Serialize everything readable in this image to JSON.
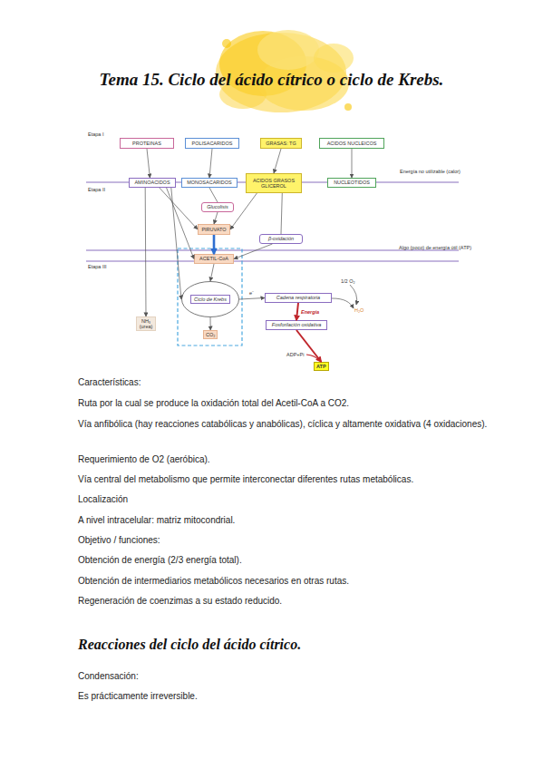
{
  "diagram": {
    "title": "Tema 15. Ciclo del ácido cítrico o ciclo de Krebs.",
    "nodes": [
      {
        "text": [
          "PROTEINAS"
        ]
      },
      {
        "text": [
          "POLISACARIDOS"
        ]
      },
      {
        "text": [
          "GRASAS: TG"
        ]
      },
      {
        "text": [
          "ACIDOS NUCLEICOS"
        ]
      },
      {
        "text": [
          "AMINOACIDOS"
        ]
      },
      {
        "text": [
          "MONOSACARIDOS"
        ]
      },
      {
        "text": [
          "ACIDOS GRASOS GLICEROL"
        ]
      },
      {
        "text": [
          "NUCLEOTIDOS"
        ]
      },
      {
        "text": [
          "Glucolisis"
        ]
      },
      {
        "text": [
          "PIRUVATO"
        ]
      },
      {
        "text": [
          "β-oxidación"
        ]
      },
      {
        "text": [
          "ACETIL-CoA"
        ]
      },
      {
        "text": [
          "Ciclo de Krebs"
        ]
      },
      {
        "text": [
          "NH₃ (urea)"
        ]
      },
      {
        "text": [
          "CO₂"
        ]
      },
      {
        "text": [
          "Cadena respiratoria"
        ]
      },
      {
        "text": [
          "Fosforilación oxidativa"
        ]
      },
      {
        "text": [
          "ATP"
        ]
      }
    ],
    "edges": [
      {
        "from": 0,
        "to": 4,
        "arrow": "to"
      },
      {
        "from": 1,
        "to": 5,
        "arrow": "to"
      },
      {
        "from": 2,
        "to": 6,
        "arrow": "to"
      },
      {
        "from": 3,
        "to": 7,
        "arrow": "to"
      },
      {
        "from": 4,
        "to": 13,
        "arrow": "to"
      },
      {
        "from": 4,
        "to": 9,
        "arrow": "to"
      },
      {
        "from": 4,
        "to": 11,
        "arrow": "to"
      },
      {
        "from": 4,
        "to": 12,
        "arrow": "to"
      },
      {
        "from": 5,
        "to": 8,
        "arrow": "none"
      },
      {
        "from": 8,
        "to": 9,
        "arrow": "to"
      },
      {
        "from": 6,
        "to": 9,
        "arrow": "to"
      },
      {
        "from": 6,
        "to": 10,
        "arrow": "none"
      },
      {
        "from": 10,
        "to": 11,
        "arrow": "to"
      },
      {
        "from": 9,
        "to": 11,
        "arrow": "to"
      },
      {
        "from": 11,
        "to": 12,
        "arrow": "to"
      },
      {
        "from": 12,
        "to": 14,
        "arrow": "to"
      },
      {
        "from": 12,
        "to": 15,
        "arrow": "to",
        "label": "e⁻"
      },
      {
        "from": 15,
        "to": 16,
        "arrow": "to",
        "label": "Energía"
      },
      {
        "from": 16,
        "to": 17,
        "arrow": "to"
      }
    ],
    "labels": [
      "Etapa I",
      "Etapa II",
      "Etapa III",
      "Energía no utilizable (calor)",
      "Algo (poco) de energía útil (ATP)",
      "1/2 O₂",
      "H₂O",
      "ADP+Pi",
      "Características:",
      "Ruta por la cual se produce la oxidación total del Acetil-CoA a CO2.",
      "Vía anfibólica (hay reacciones catabólicas y anabólicas), cíclica y altamente oxidativa (4 oxidaciones).",
      "Requerimiento de O2 (aeróbica).",
      "Vía central del metabolismo que permite interconectar diferentes rutas metabólicas.",
      "Localización",
      "A nivel intracelular: matriz mitocondrial.",
      "Objetivo / funciones:",
      "Obtención de energía (2/3 energía total).",
      "Obtención de intermediarios metabólicos necesarios en otras rutas.",
      "Regeneración de coenzimas a su estado reducido.",
      "Reacciones del ciclo del ácido cítrico.",
      "Condensación:",
      "Es prácticamente irreversible."
    ]
  }
}
